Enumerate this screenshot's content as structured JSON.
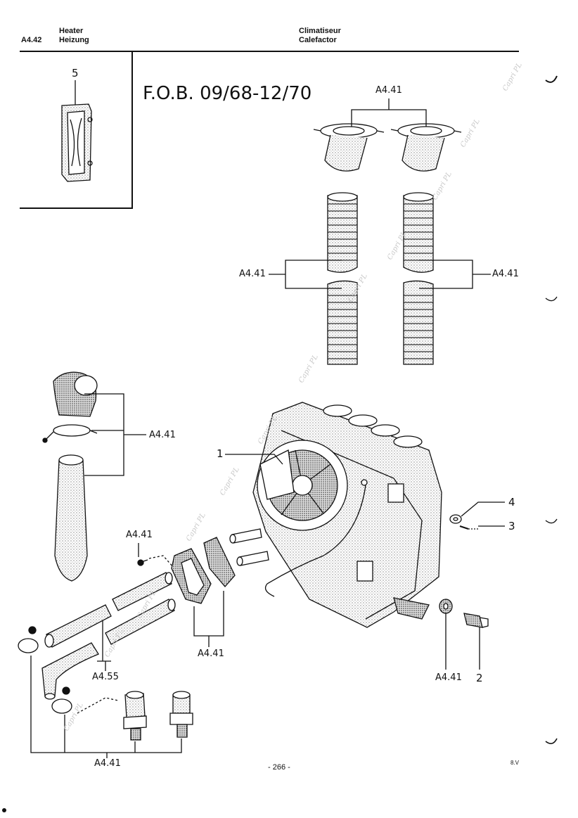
{
  "header": {
    "section_code": "A4.42",
    "en": "Heater",
    "de": "Heizung",
    "fr": "Climatiseur",
    "es": "Calefactor"
  },
  "title": "F.O.B. 09/68-12/70",
  "inset": {
    "callout": "5"
  },
  "labels": {
    "ref_top": "A4.41",
    "ref_hose_left": "A4.41",
    "ref_hose_right": "A4.41",
    "ref_elbow": "A4.41",
    "ref_screw": "A4.41",
    "ref_flanges": "A4.41",
    "ref_pipes": "A4.55",
    "ref_bottom": "A4.41",
    "ref_washer": "A4.41",
    "callout_1": "1",
    "callout_2": "2",
    "callout_3": "3",
    "callout_4": "4"
  },
  "footer": {
    "page": "- 266 -",
    "code": "8.V"
  },
  "watermark": "Capri PL"
}
